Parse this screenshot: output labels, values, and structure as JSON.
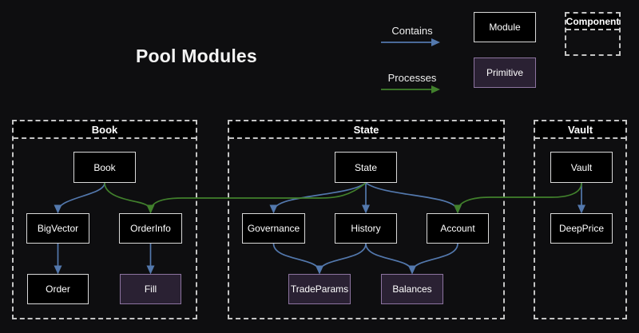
{
  "title": "Pool Modules",
  "legend": {
    "contains": "Contains",
    "processes": "Processes",
    "module": "Module",
    "primitive": "Primitive",
    "component": "Component"
  },
  "colors": {
    "background": "#0e0e10",
    "contains_edge": "#5378ad",
    "processes_edge": "#41802c",
    "module_fill": "#000000",
    "module_border": "#d9d9d9",
    "primitive_fill": "#2a2133",
    "primitive_border": "#8d74a0",
    "container_dash": "#c4c4c4",
    "text": "#ffffff"
  },
  "containers": {
    "book": {
      "label": "Book"
    },
    "state": {
      "label": "State"
    },
    "vault": {
      "label": "Vault"
    }
  },
  "nodes": {
    "book": {
      "label": "Book",
      "kind": "module",
      "container": "book"
    },
    "bigvector": {
      "label": "BigVector",
      "kind": "module",
      "container": "book"
    },
    "orderinfo": {
      "label": "OrderInfo",
      "kind": "module",
      "container": "book"
    },
    "order": {
      "label": "Order",
      "kind": "module",
      "container": "book"
    },
    "fill": {
      "label": "Fill",
      "kind": "primitive",
      "container": "book"
    },
    "state": {
      "label": "State",
      "kind": "module",
      "container": "state"
    },
    "governance": {
      "label": "Governance",
      "kind": "module",
      "container": "state"
    },
    "history": {
      "label": "History",
      "kind": "module",
      "container": "state"
    },
    "account": {
      "label": "Account",
      "kind": "module",
      "container": "state"
    },
    "tradeparams": {
      "label": "TradeParams",
      "kind": "primitive",
      "container": "state"
    },
    "balances": {
      "label": "Balances",
      "kind": "primitive",
      "container": "state"
    },
    "vault": {
      "label": "Vault",
      "kind": "module",
      "container": "vault"
    },
    "deepprice": {
      "label": "DeepPrice",
      "kind": "module",
      "container": "vault"
    }
  },
  "edges": [
    {
      "from": "book",
      "to": "bigvector",
      "type": "contains"
    },
    {
      "from": "book",
      "to": "orderinfo",
      "type": "processes"
    },
    {
      "from": "bigvector",
      "to": "order",
      "type": "contains"
    },
    {
      "from": "orderinfo",
      "to": "fill",
      "type": "contains"
    },
    {
      "from": "state",
      "to": "governance",
      "type": "contains"
    },
    {
      "from": "state",
      "to": "history",
      "type": "contains"
    },
    {
      "from": "state",
      "to": "account",
      "type": "contains"
    },
    {
      "from": "state",
      "to": "orderinfo",
      "type": "processes"
    },
    {
      "from": "governance",
      "to": "tradeparams",
      "type": "contains"
    },
    {
      "from": "history",
      "to": "tradeparams",
      "type": "contains"
    },
    {
      "from": "history",
      "to": "balances",
      "type": "contains"
    },
    {
      "from": "account",
      "to": "balances",
      "type": "contains"
    },
    {
      "from": "vault",
      "to": "deepprice",
      "type": "contains"
    },
    {
      "from": "vault",
      "to": "account",
      "type": "processes"
    }
  ]
}
